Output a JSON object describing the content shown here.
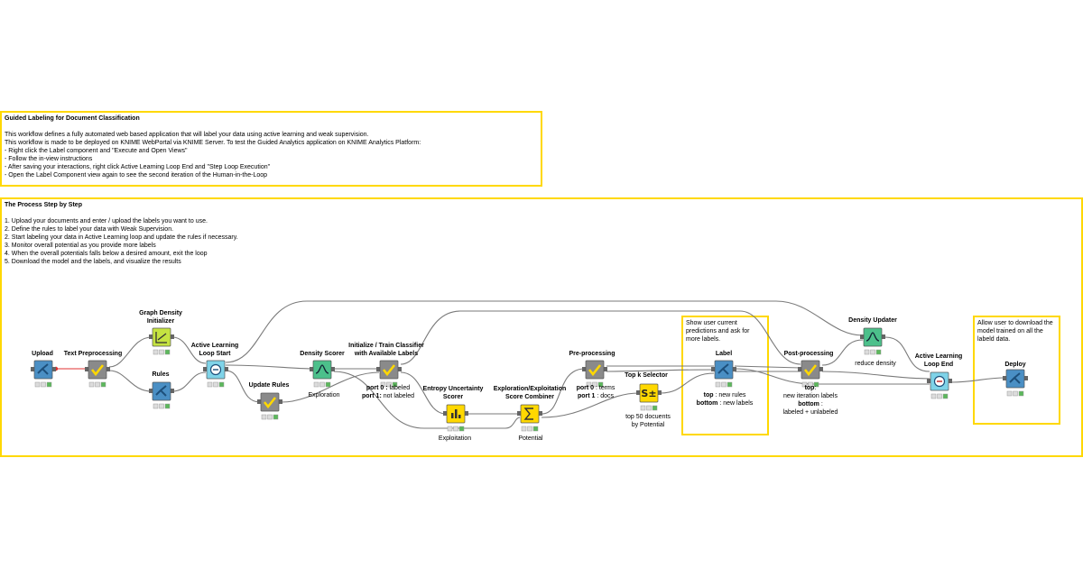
{
  "annotations": {
    "top": {
      "title": "Guided Labeling for Document Classification",
      "lines": [
        "",
        "This workflow defines a fully automated web based application that will label your data using active learning and weak supervision.",
        "This workflow is made to be deployed on KNIME WebPortal via KNIME Server. To test the Guided Analytics application on KNIME Analytics Platform:",
        "- Right click the Label component and \"Execute and Open Views\"",
        "- Follow the in-view instructions",
        "- After saving your interactions, right click Active Learning Loop End and \"Step Loop Execution\"",
        "- Open the Label Component view again to see the second iteration of the Human-in-the-Loop"
      ]
    },
    "process": {
      "title": "The Process Step by Step",
      "lines": [
        "",
        "1. Upload your documents and enter / upload the labels you want to use.",
        "2. Define the rules to label your data with Weak Supervision.",
        "2. Start labeling your data in Active Learning loop and update the rules if necessary.",
        "3. Monitor overall potential as you provide more labels",
        "4. When the overall potentials falls below a desired amount, exit the loop",
        "5. Download the model and the labels, and visualize the results"
      ]
    },
    "label_box": {
      "lines": [
        "Show user current",
        "predictions and ask for",
        "more labels."
      ]
    },
    "deploy_box": {
      "lines": [
        "Allow user to download the",
        "model trained on all the",
        "labeld data."
      ]
    }
  },
  "nodes": {
    "upload": {
      "title": "Upload",
      "color": "#4a8fc4",
      "icon": "component-icon"
    },
    "text_preprocessing": {
      "title": "Text Preprocessing",
      "color": "#8a8a8a",
      "icon": "checkmark-icon"
    },
    "graph_density": {
      "title": "Graph Density\nInitializer",
      "color": "#c5e341",
      "icon": "graph-icon"
    },
    "rules": {
      "title": "Rules",
      "color": "#4a8fc4",
      "icon": "component-icon"
    },
    "al_loop_start": {
      "title": "Active Learning\nLoop Start",
      "color": "#7fd3e8",
      "icon": "loop-start-icon"
    },
    "update_rules": {
      "title": "Update Rules",
      "color": "#8a8a8a",
      "icon": "checkmark-icon"
    },
    "density_scorer": {
      "title": "Density Scorer",
      "color": "#4cc08b",
      "icon": "density-icon",
      "caption": "Exploration"
    },
    "init_train": {
      "title": "Initialize / Train Classifier\nwith Available Labels",
      "color": "#8a8a8a",
      "icon": "checkmark-icon",
      "caption_lines": [
        {
          "b": "port 0 :",
          "t": " labeled"
        },
        {
          "b": "port 1:",
          "t": " not labeled"
        }
      ]
    },
    "entropy": {
      "title": "Entropy Uncertainty\nScorer",
      "color": "#ffd800",
      "icon": "bar-icon",
      "caption": "Exploitation"
    },
    "combiner": {
      "title": "Exploration/Exploitation\nScore Combiner",
      "color": "#ffd800",
      "icon": "sum-icon",
      "caption": "Potential"
    },
    "preprocessing": {
      "title": "Pre-processing",
      "color": "#8a8a8a",
      "icon": "checkmark-icon",
      "caption_lines": [
        {
          "b": "port 0",
          "t": " : terms"
        },
        {
          "b": "port 1",
          "t": " : docs"
        }
      ]
    },
    "topk": {
      "title": "Top k Selector",
      "color": "#ffd800",
      "icon": "sort-icon",
      "caption_lines": [
        {
          "b": "",
          "t": "top 50 docuents"
        },
        {
          "b": "",
          "t": "by Potential"
        }
      ]
    },
    "label": {
      "title": "Label",
      "color": "#4a8fc4",
      "icon": "component-icon",
      "caption_lines": [
        {
          "b": "top",
          "t": " : new rules"
        },
        {
          "b": "bottom",
          "t": " : new labels"
        }
      ]
    },
    "postprocessing": {
      "title": "Post-processing",
      "color": "#8a8a8a",
      "icon": "checkmark-icon",
      "caption_lines": [
        {
          "b": "top",
          "t": ":"
        },
        {
          "b": "",
          "t": "new iteration labels"
        },
        {
          "b": "bottom",
          "t": " :"
        },
        {
          "b": "",
          "t": "labeled + unlabeled"
        }
      ]
    },
    "density_updater": {
      "title": "Density Updater",
      "color": "#4cc08b",
      "icon": "density-icon",
      "caption": "reduce density"
    },
    "al_loop_end": {
      "title": "Active Learning\nLoop End",
      "color": "#7fd3e8",
      "icon": "loop-end-icon"
    },
    "deploy": {
      "title": "Deploy",
      "color": "#4a8fc4",
      "icon": "component-icon"
    }
  },
  "colors": {
    "annotation_border": "#ffd800",
    "edge": "#7a7a7a",
    "edge_flow_variable": "#e03030",
    "status_ok": "#5cb85c"
  }
}
